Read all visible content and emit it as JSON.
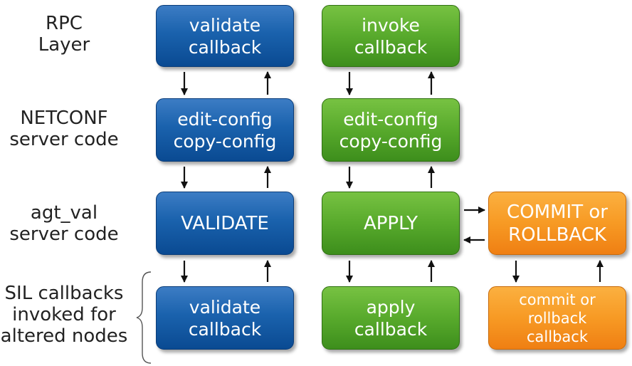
{
  "row_labels": {
    "rpc": "RPC\nLayer",
    "netconf": "NETCONF\nserver code",
    "agt_val": "agt_val\nserver code",
    "sil": "SIL callbacks\ninvoked for\naltered nodes"
  },
  "boxes": {
    "validate_callback_top": "validate\ncallback",
    "invoke_callback": "invoke\ncallback",
    "edit_copy_blue": "edit-config\ncopy-config",
    "edit_copy_green": "edit-config\ncopy-config",
    "validate": "VALIDATE",
    "apply": "APPLY",
    "commit_rollback": "COMMIT or\nROLLBACK",
    "validate_callback_bottom": "validate\ncallback",
    "apply_callback": "apply\ncallback",
    "commit_rollback_callback": "commit or\nrollback\ncallback"
  },
  "colors": {
    "blue": "#1a62ad",
    "green": "#58aa2c",
    "orange": "#f79a24"
  }
}
